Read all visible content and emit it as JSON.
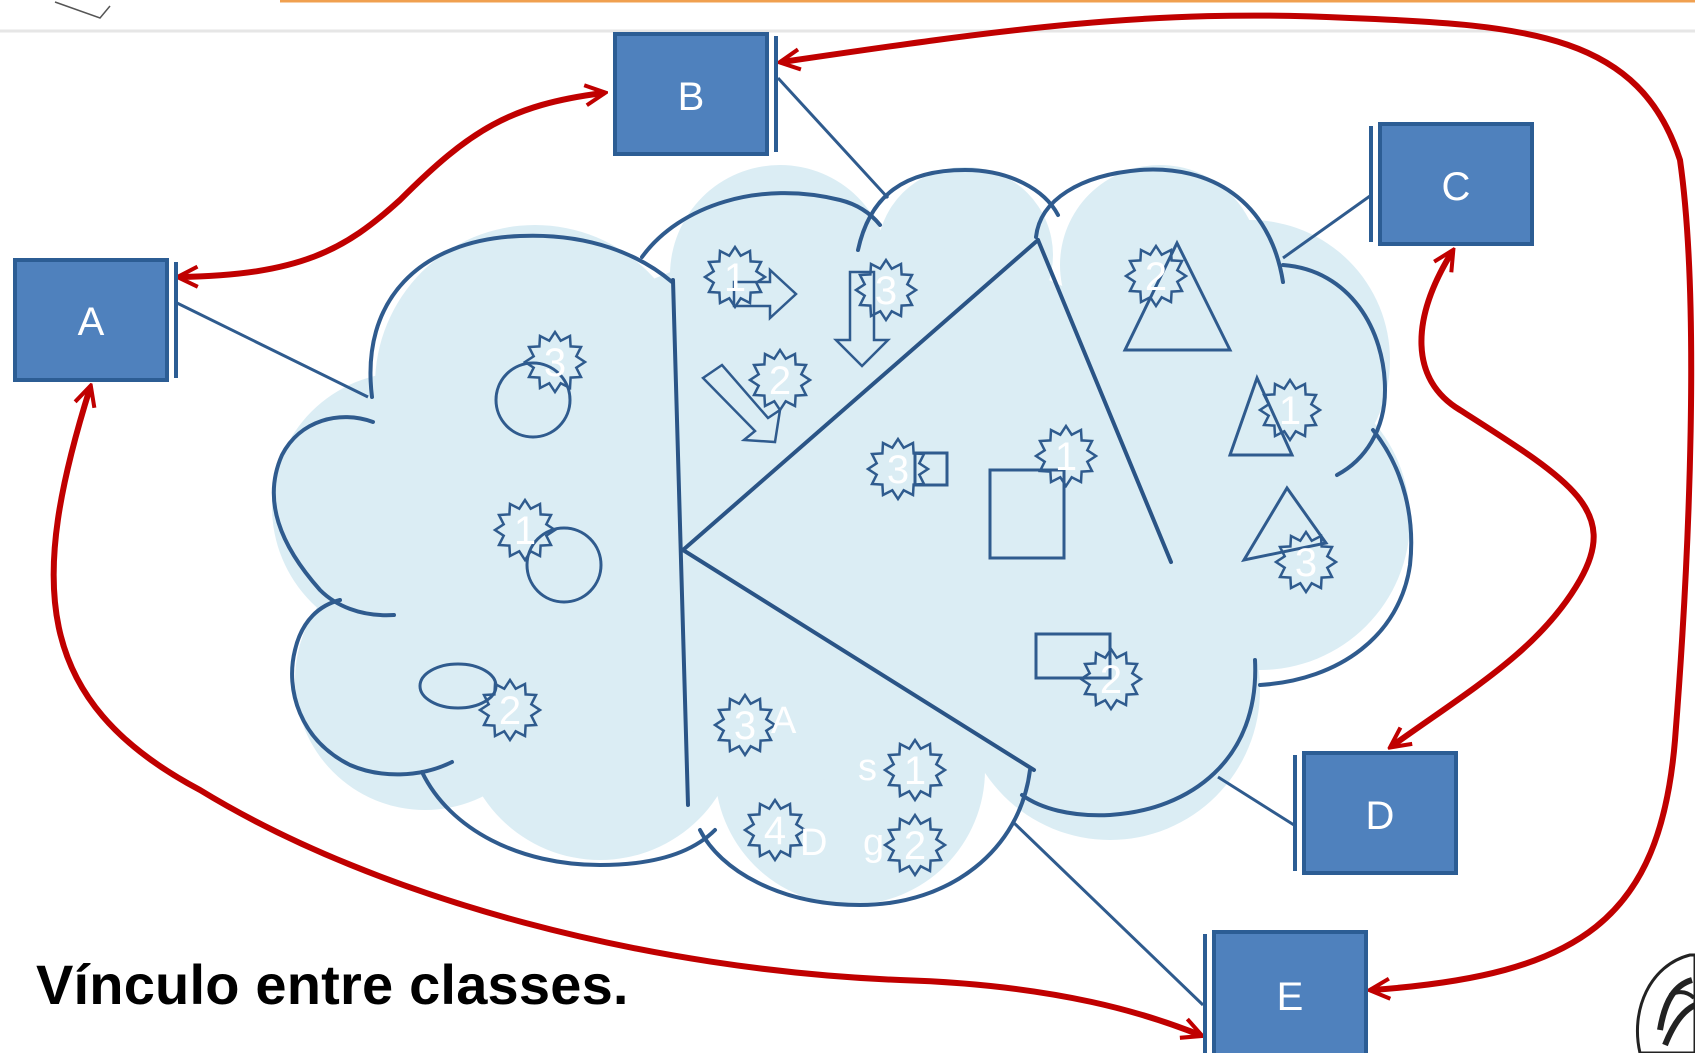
{
  "caption": "Vínculo entre classes.",
  "boxes": {
    "a": "A",
    "b": "B",
    "c": "C",
    "d": "D",
    "e": "E"
  },
  "region_left": {
    "stars": [
      "3",
      "1",
      "2"
    ]
  },
  "region_top": {
    "stars": [
      "1",
      "3",
      "2"
    ]
  },
  "region_center": {
    "stars": [
      "3",
      "1",
      "2"
    ]
  },
  "region_right": {
    "stars": [
      "2",
      "1",
      "3"
    ]
  },
  "region_bottom": {
    "stars": [
      "3",
      "1",
      "4",
      "2"
    ],
    "letters": [
      "A",
      "s",
      "D",
      "g"
    ]
  },
  "colors": {
    "box_fill": "#4f81bd",
    "box_stroke": "#2c5d94",
    "cloud_fill": "#dbedf4",
    "cloud_stroke": "#2f5b8e",
    "arrow": "#c00000"
  }
}
